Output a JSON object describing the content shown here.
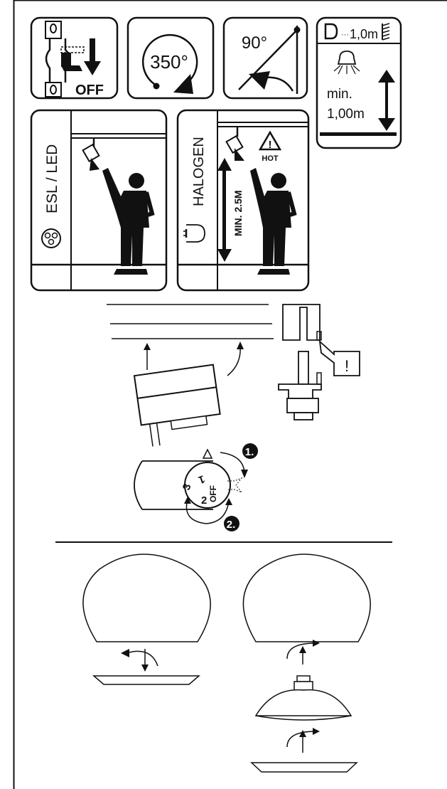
{
  "panels": {
    "switch_off": {
      "label": "OFF",
      "icon": "switch-off-icon"
    },
    "rotation": {
      "label": "350°",
      "icon": "rotate-icon"
    },
    "tilt": {
      "label": "90°",
      "icon": "tilt-icon"
    },
    "distance": {
      "header": "1,0m",
      "line1": "min.",
      "line2": "1,00m",
      "icon": "min-distance-icon"
    },
    "esl_led": {
      "label": "ESL / LED",
      "icon": "esl-led-bulb-icon"
    },
    "halogen": {
      "label": "HALOGEN",
      "measure": "MIN. 2.5M",
      "warning": "HOT",
      "icon": "hot-warning-icon"
    }
  },
  "install": {
    "warning_symbol": "!"
  },
  "rotary_switch": {
    "positions": [
      "1",
      "2",
      "3",
      "OFF"
    ],
    "steps": [
      "1.",
      "2."
    ]
  },
  "colors": {
    "ink": "#111111",
    "paper": "#ffffff",
    "fill": "#1a1a1a"
  }
}
